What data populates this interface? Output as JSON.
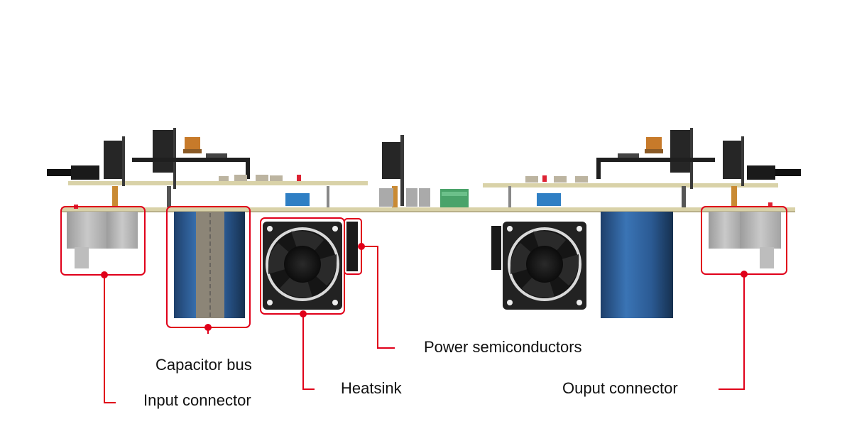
{
  "labels": {
    "capacitor_bus": "Capacitor bus",
    "input_connector": "Input connector",
    "heatsink": "Heatsink",
    "power_semiconductors": "Power semiconductors",
    "output_connector": "Ouput connector"
  },
  "colors": {
    "callout": "#e0001a",
    "pcb": "#d9d2a8",
    "capacitor_blue": "#2e5f9a",
    "capacitor_band": "#8c8577",
    "fan_frame": "#222222",
    "connector_grey": "#b7b7b7",
    "component_blue": "#2f7fc4",
    "component_green": "#4aa36a",
    "header_black": "#1c1c1c",
    "inductor_orange": "#c77a2a"
  }
}
